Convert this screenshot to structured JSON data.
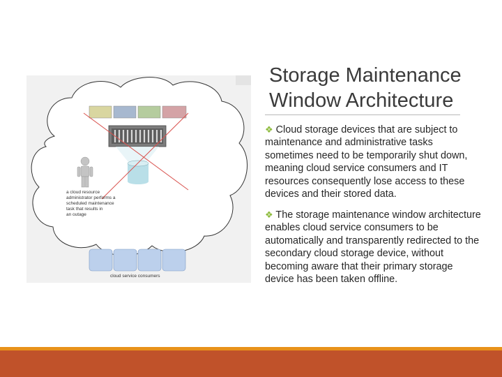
{
  "slide": {
    "title_line1": "Storage Maintenance",
    "title_line2": "Window Architecture",
    "bullets": [
      {
        "icon": "diamond-bullet-icon",
        "text": "Cloud storage devices that are subject to maintenance and administrative tasks sometimes need to be temporarily shut down, meaning cloud service consumers and IT resources consequently lose access to these devices and their stored data."
      },
      {
        "icon": "diamond-bullet-icon",
        "text": "The storage maintenance window architecture enables cloud service consumers to be automatically and transparently redirected to the secondary cloud storage device, without becoming aware that their primary storage device has been taken offline."
      }
    ]
  },
  "figure": {
    "admin_caption_lines": [
      "a cloud resource",
      "administrator performs a",
      "scheduled maintenance",
      "task that results in",
      "an outage"
    ],
    "consumers_label": "cloud service consumers",
    "block_colors": [
      "#d9d6a0",
      "#a7b8cf",
      "#b5cc9e",
      "#d4a3a6"
    ],
    "consumer_color": "#bcd0ec",
    "cross_color": "#d9534f",
    "storage_color": "#b9dfe8"
  },
  "theme": {
    "accent_orange": "#e8921a",
    "accent_rust": "#c0522a",
    "bullet_color": "#8dbb3c"
  }
}
